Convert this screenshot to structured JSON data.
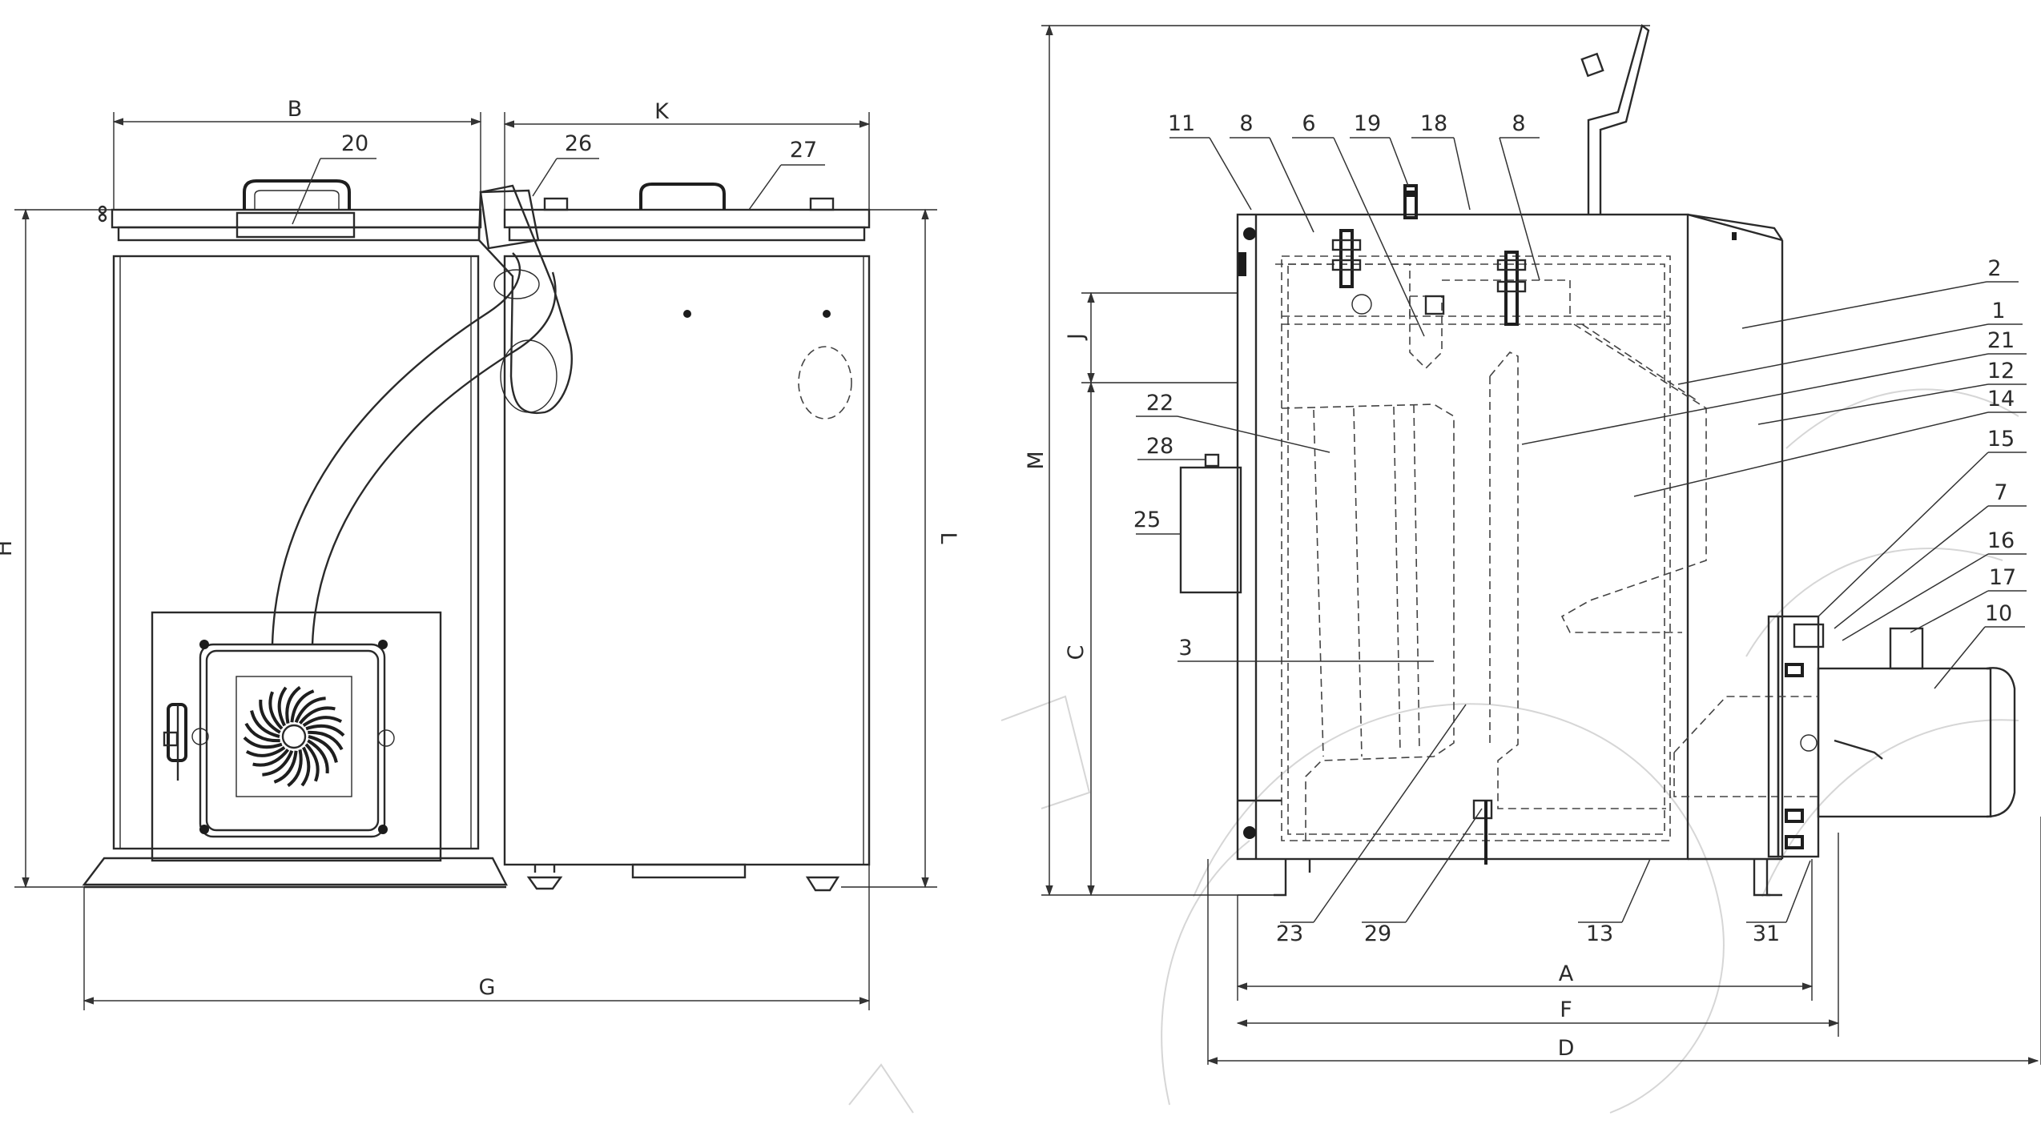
{
  "front_view": {
    "dimensions": {
      "width_b": "B",
      "width_k": "K",
      "height_h": "H",
      "height_l": "L",
      "total_g": "G"
    },
    "callouts": {
      "c20": "20",
      "c26": "26",
      "c27": "27"
    }
  },
  "side_view": {
    "dimensions": {
      "m": "M",
      "j": "J",
      "c": "C",
      "a": "A",
      "f": "F",
      "d": "D"
    },
    "callouts": {
      "c11": "11",
      "c8a": "8",
      "c6": "6",
      "c19": "19",
      "c18": "18",
      "c8b": "8",
      "c2": "2",
      "c1": "1",
      "c21": "21",
      "c12": "12",
      "c14": "14",
      "c15": "15",
      "c7": "7",
      "c16": "16",
      "c17": "17",
      "c10": "10",
      "c22": "22",
      "c28": "28",
      "c25": "25",
      "c3": "3",
      "c23": "23",
      "c29": "29",
      "c13": "13",
      "c31": "31"
    }
  }
}
